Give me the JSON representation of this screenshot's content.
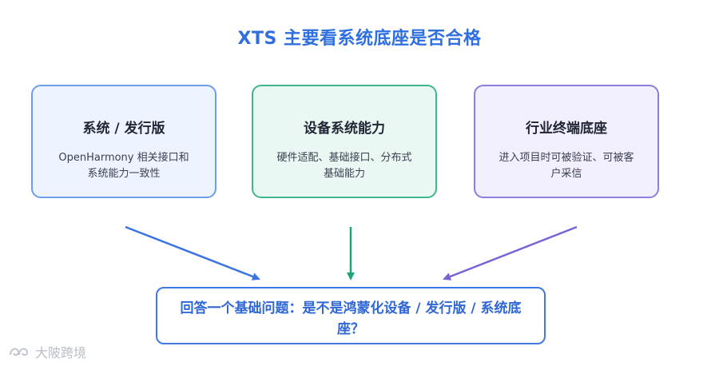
{
  "title": "XTS 主要看系统底座是否合格",
  "cards": [
    {
      "title": "系统 / 发行版",
      "desc": "OpenHarmony 相关接口和系统能力一致性"
    },
    {
      "title": "设备系统能力",
      "desc": "硬件适配、基础接口、分布式基础能力"
    },
    {
      "title": "行业终端底座",
      "desc": "进入项目时可被验证、可被客户采信"
    }
  ],
  "answer": "回答一个基础问题：是不是鸿蒙化设备 / 发行版 / 系统底座？",
  "watermark": "大陂跨境",
  "colors": {
    "title": "#2f6fe0",
    "arrow_left": "#3a74e0",
    "arrow_middle": "#1fa37a",
    "arrow_right": "#7b61d6",
    "answer_border": "#3f79e2"
  }
}
